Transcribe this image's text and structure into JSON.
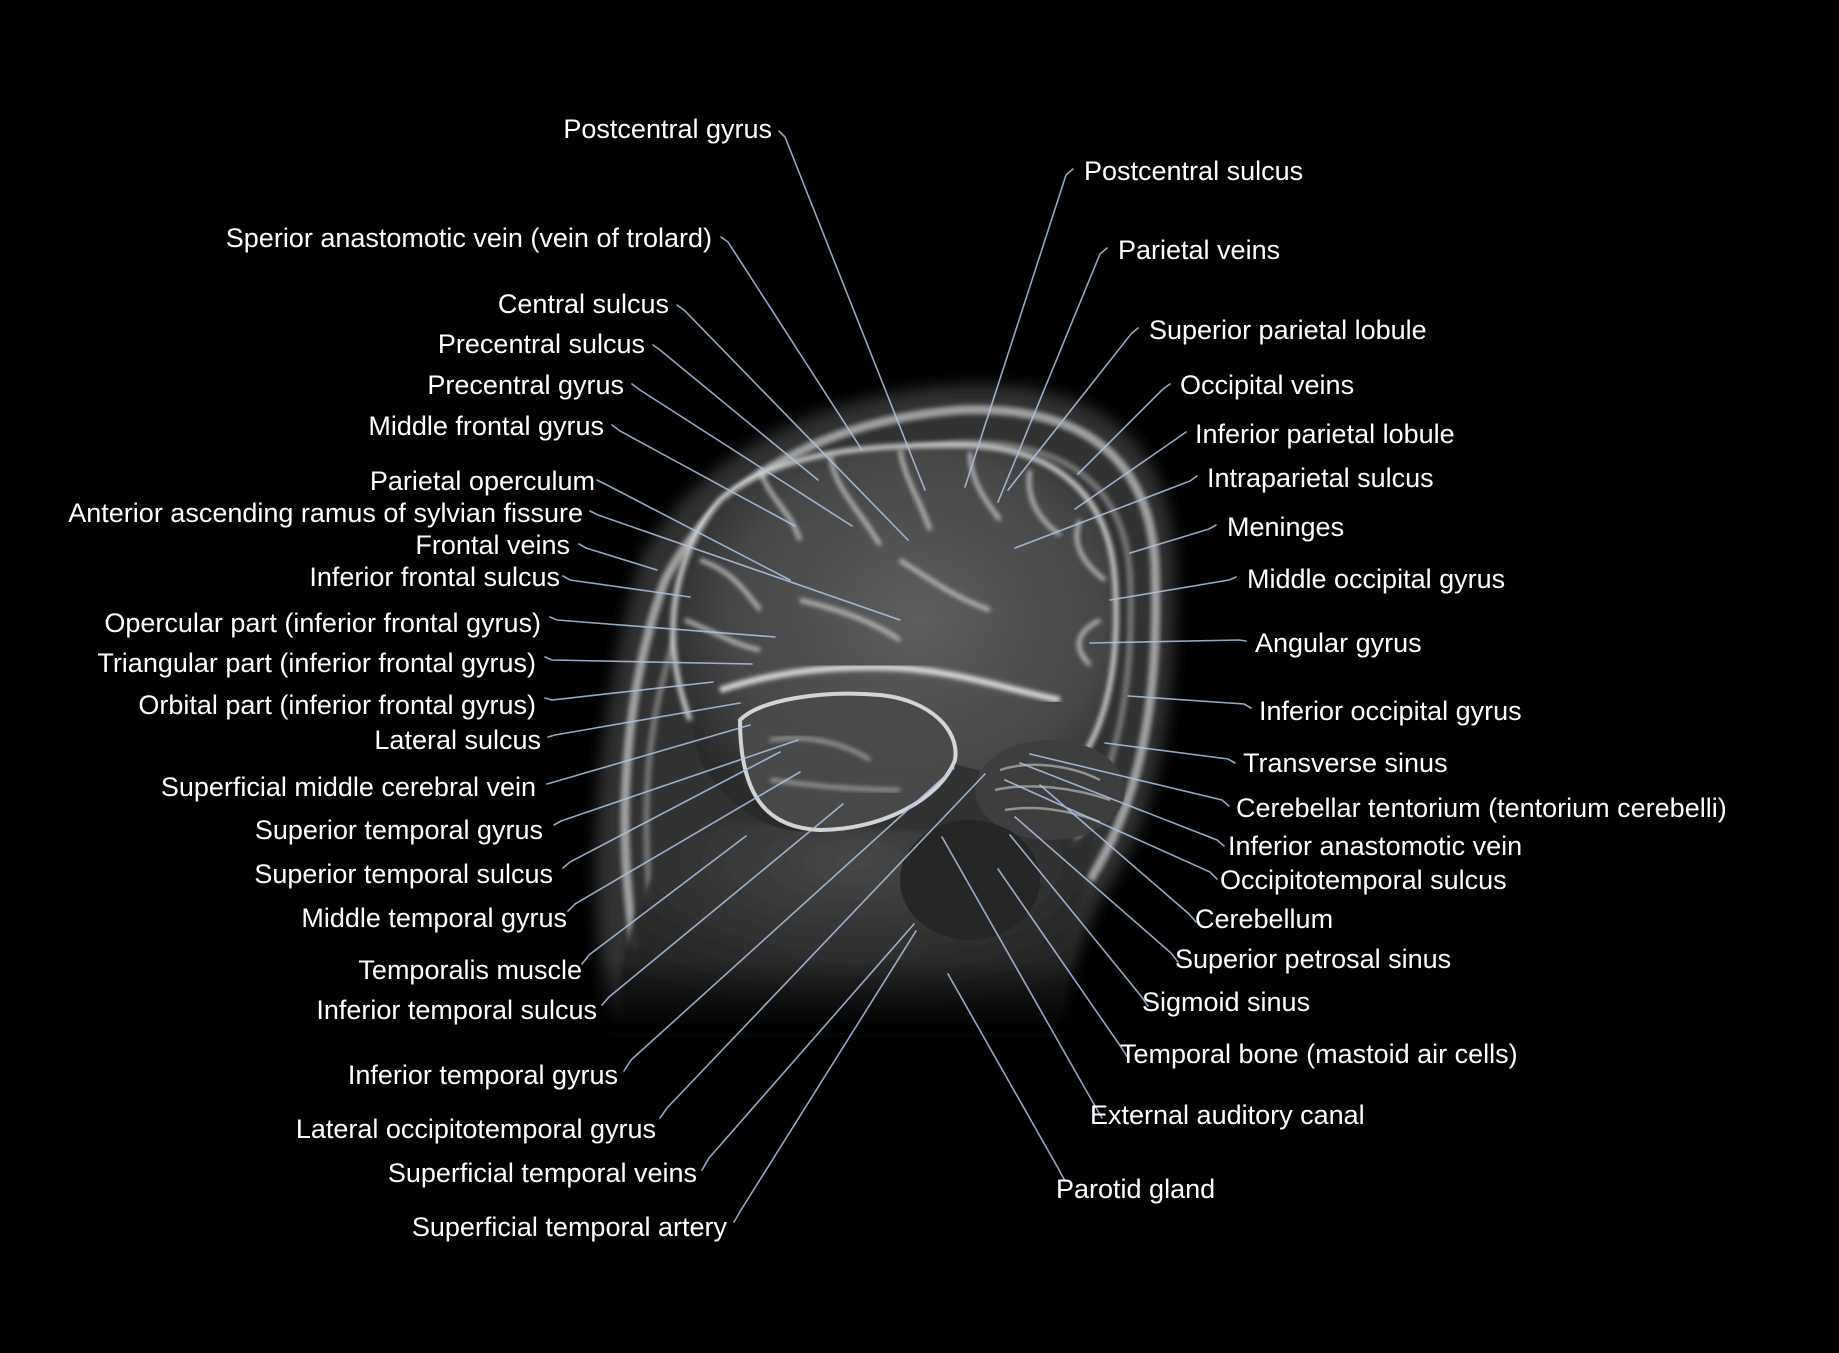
{
  "colors": {
    "background": "#000000",
    "label_text": "#ffffff",
    "leader_line": "#aec6e8",
    "scan_tissue": "#6b6b6b",
    "scan_bright": "#d8d8d8"
  },
  "labels": {
    "left": [
      "Postcentral gyrus",
      "Sperior anastomotic vein (vein of trolard)",
      "Central sulcus",
      "Precentral sulcus",
      "Precentral gyrus",
      "Middle frontal gyrus",
      "Parietal operculum",
      "Anterior ascending ramus of sylvian fissure",
      "Frontal veins",
      "Inferior frontal sulcus",
      "Opercular part (inferior frontal gyrus)",
      "Triangular part (inferior frontal gyrus)",
      "Orbital part (inferior frontal gyrus)",
      "Lateral sulcus",
      "Superficial middle cerebral vein",
      "Superior temporal gyrus",
      "Superior temporal sulcus",
      "Middle temporal gyrus",
      "Temporalis muscle",
      "Inferior temporal sulcus",
      "Inferior temporal gyrus",
      "Lateral occipitotemporal gyrus",
      "Superficial temporal veins",
      "Superficial temporal artery"
    ],
    "right": [
      "Postcentral sulcus",
      "Parietal veins",
      "Superior parietal lobule",
      "Occipital veins",
      "Inferior parietal lobule",
      "Intraparietal sulcus",
      "Meninges",
      "Middle occipital gyrus",
      "Angular gyrus",
      "Inferior occipital gyrus",
      "Transverse sinus",
      "Cerebellar tentorium (tentorium cerebelli)",
      "Inferior anastomotic vein",
      "Occipitotemporal sulcus",
      "Cerebellum",
      "Superior petrosal sinus",
      "Sigmoid sinus",
      "Temporal bone (mastoid air cells)",
      "External auditory canal",
      "Parotid gland"
    ]
  }
}
